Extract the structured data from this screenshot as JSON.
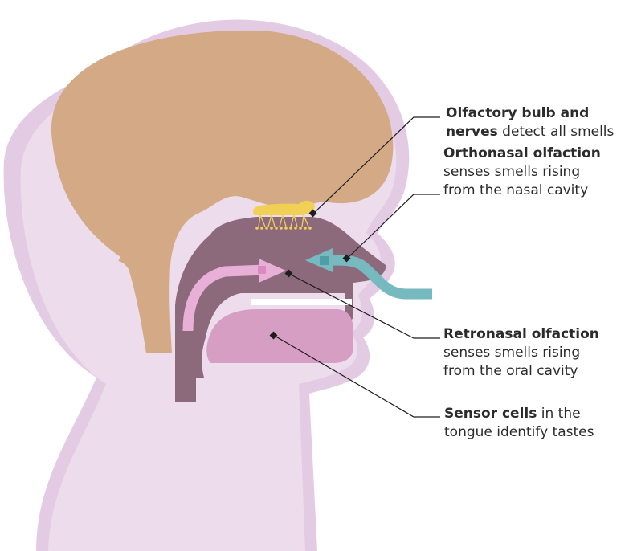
{
  "colors": {
    "body": "#ecdcec",
    "body_outline": "#e3cbe3",
    "brain": "#d4a985",
    "bulb": "#f2d055",
    "cavity": "#8c6a7c",
    "tongue": "#d79ec4",
    "retronasal_arrow": "#e8b0d6",
    "orthonasal_arrow": "#76b9bf",
    "leader_line": "#1e1e1e"
  },
  "annotations": {
    "olfactory": {
      "bold_1": "Olfactory bulb and",
      "bold_2": "nerves",
      "rest_2": " detect all smells"
    },
    "orthonasal": {
      "title": "Orthonasal olfaction",
      "line_1": "senses smells rising",
      "line_2": "from the nasal cavity"
    },
    "retronasal": {
      "title": "Retronasal olfaction",
      "line_1": "senses smells rising",
      "line_2": "from the oral cavity"
    },
    "sensor": {
      "bold": "Sensor cells",
      "rest_1": " in the",
      "line_2": "tongue identify tastes"
    }
  }
}
